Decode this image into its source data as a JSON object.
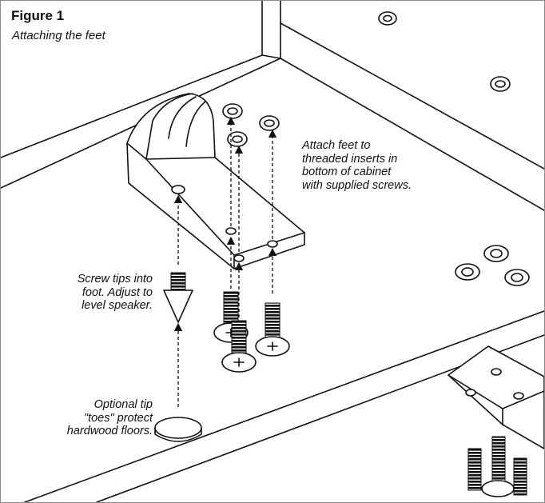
{
  "figure": {
    "title": "Figure 1",
    "subtitle": "Attaching the feet"
  },
  "callouts": {
    "attach": [
      "Attach feet to",
      "threaded inserts in",
      "bottom of cabinet",
      "with supplied screws."
    ],
    "tips": [
      "Screw tips into",
      "foot. Adjust to",
      "level speaker."
    ],
    "toes": [
      "Optional tip",
      "\"toes\" protect",
      "hardwood floors."
    ]
  },
  "colors": {
    "ink": "#111111",
    "paper": "#ffffff",
    "frame": "#8a8a8a"
  }
}
